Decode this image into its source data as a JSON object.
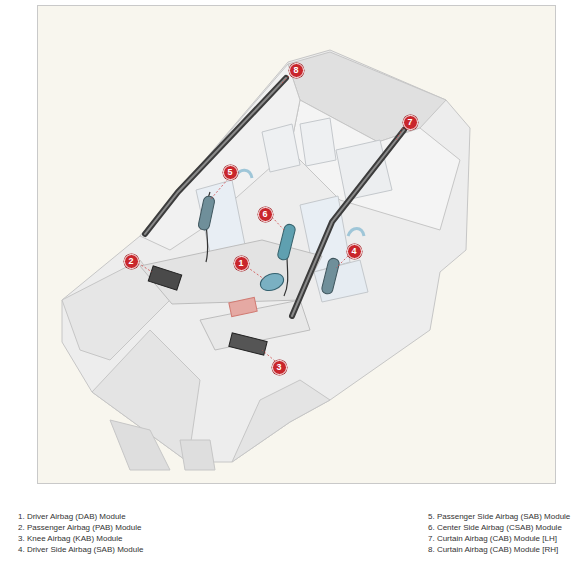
{
  "diagram": {
    "nodes": [
      {
        "text": [
          "8"
        ]
      },
      {
        "text": [
          "7"
        ]
      },
      {
        "text": [
          "5"
        ]
      },
      {
        "text": [
          "6"
        ]
      },
      {
        "text": [
          "2"
        ]
      },
      {
        "text": [
          "1"
        ]
      },
      {
        "text": [
          "4"
        ]
      },
      {
        "text": [
          "3"
        ]
      }
    ],
    "labels": [
      "1. Driver Airbag (DAB) Module",
      "2. Passenger Airbag (PAB) Module",
      "3. Knee Airbag (KAB) Module",
      "4. Driver Side Airbag (SAB) Module",
      "5. Passenger Side Airbag (SAB) Module",
      "6. Center Side Airbag (CSAB) Module",
      "7. Curtain Airbag (CAB) Module [LH]",
      "8. Curtain Airbag (CAB) Module [RH]"
    ]
  }
}
